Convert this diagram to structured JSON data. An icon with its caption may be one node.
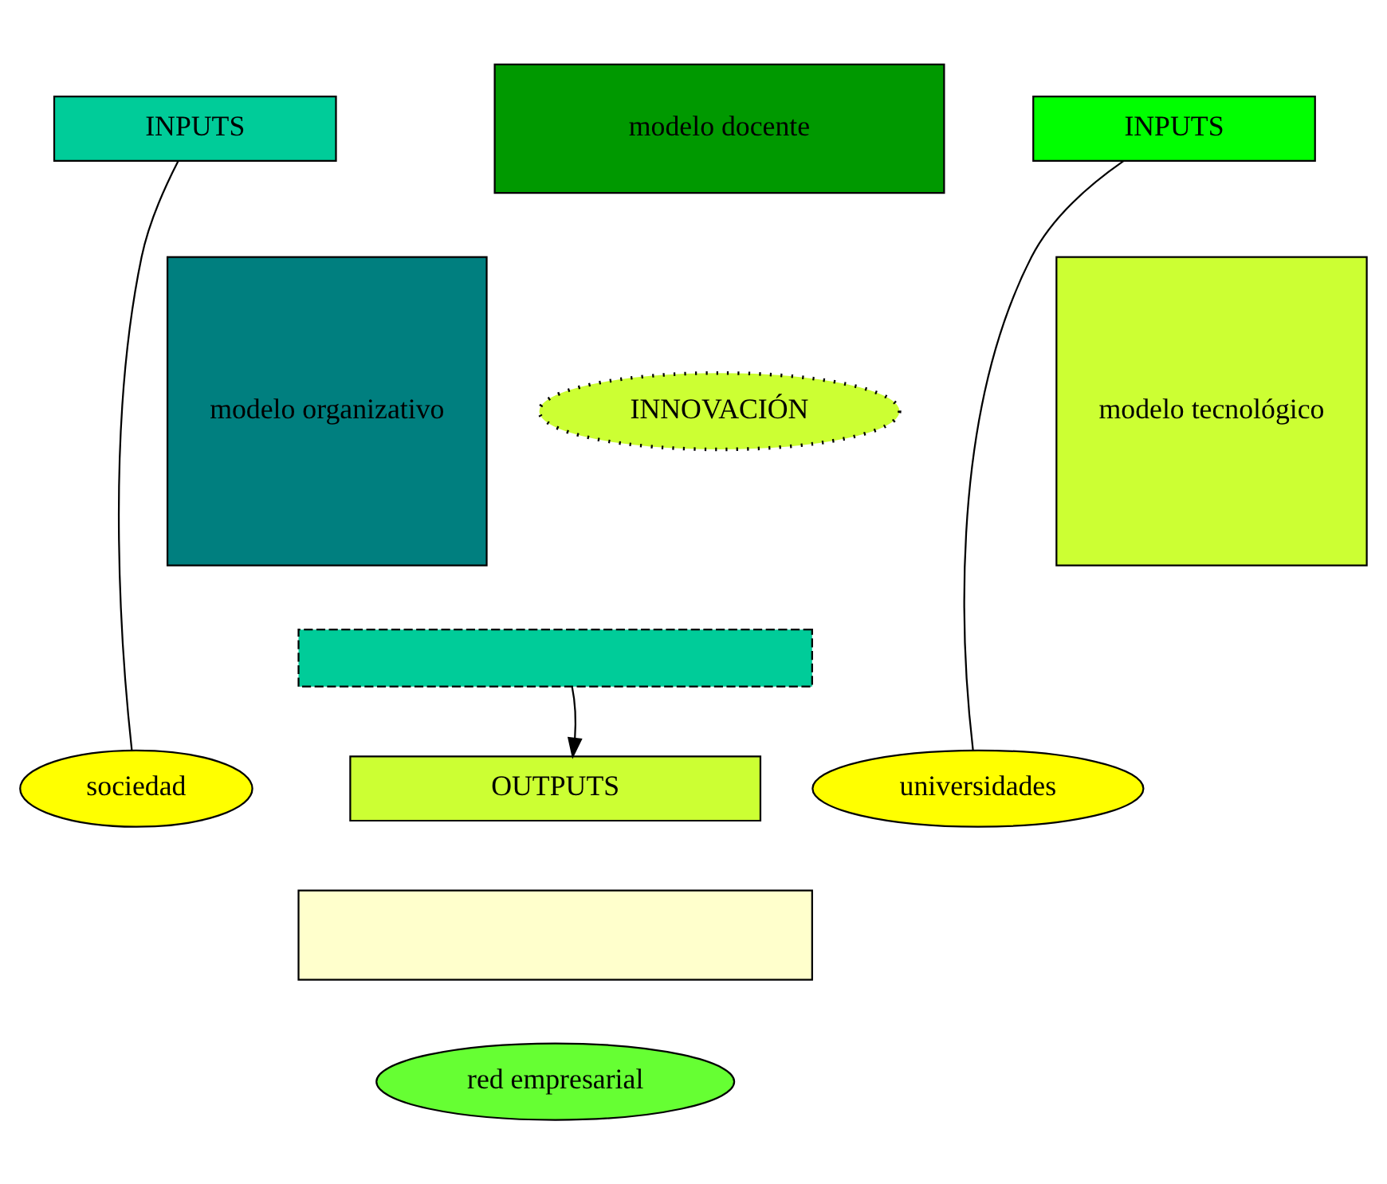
{
  "diagram": {
    "nodes": [
      {
        "text": [
          "INPUTS"
        ]
      },
      {
        "text": [
          "modelo docente"
        ]
      },
      {
        "text": [
          "modelo organizativo"
        ]
      },
      {
        "text": [
          "INNOVACIÓN"
        ]
      },
      {
        "text": [
          "modelo tecnológico"
        ]
      },
      {
        "text": [
          "INPUTS"
        ]
      },
      {
        "text": [],
        "shape": "bar"
      },
      {
        "text": [
          "sociedad"
        ]
      },
      {
        "text": [
          "OUTPUTS"
        ]
      },
      {
        "text": [
          "universidades"
        ]
      },
      {
        "text": [],
        "shape": "box"
      },
      {
        "text": [
          "red empresarial"
        ]
      }
    ],
    "edges": [
      {
        "from": 0,
        "to": 7,
        "arrow": "none"
      },
      {
        "from": 5,
        "to": 9,
        "arrow": "none"
      },
      {
        "from": 6,
        "to": 8,
        "arrow": "to"
      }
    ]
  }
}
